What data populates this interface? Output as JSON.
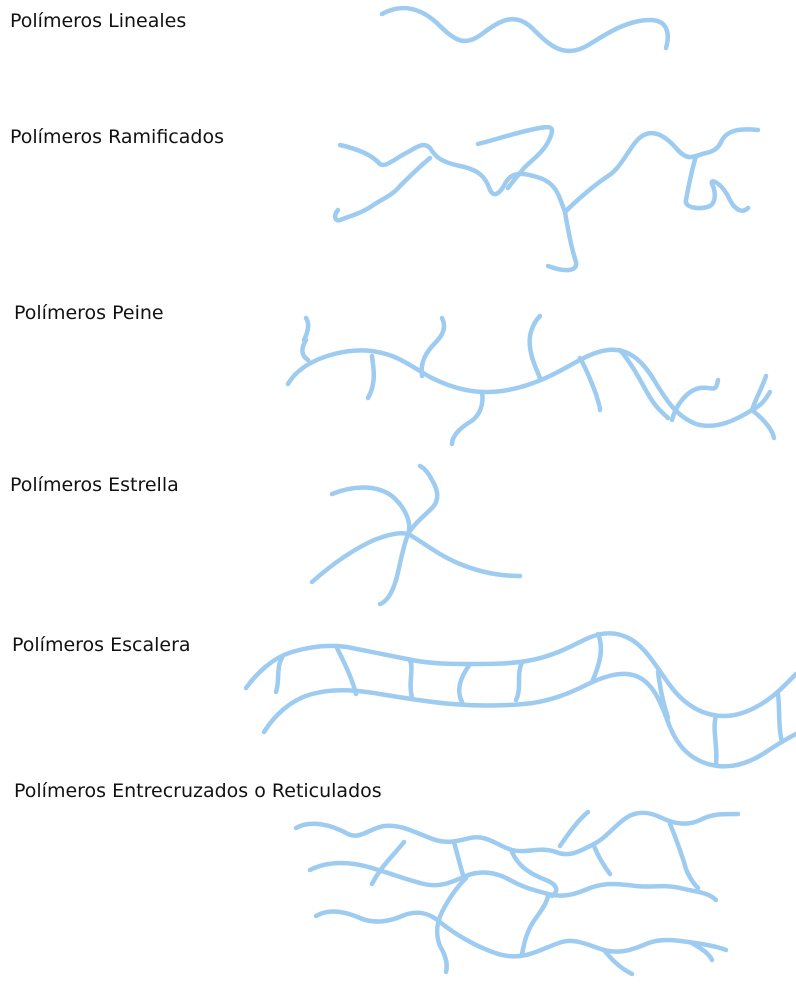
{
  "labels": {
    "linear": "Polímeros Lineales",
    "branched": "Polímeros Ramificados",
    "comb": "Polímeros Peine",
    "star": "Polímeros Estrella",
    "ladder": "Polímeros Escalera",
    "network": "Polímeros Entrecruzados o Reticulados"
  },
  "colors": {
    "chain": "#9ecbf0",
    "text": "#111111",
    "background": "#ffffff"
  }
}
